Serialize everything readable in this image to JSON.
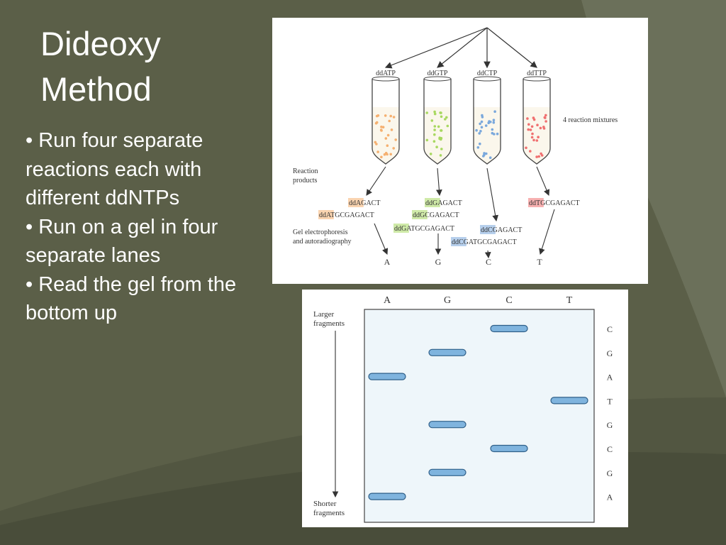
{
  "slide": {
    "title_line1": "Dideoxy",
    "title_line2": "Method",
    "bullets": [
      "• Run four separate reactions each with different ddNTPs",
      "• Run on a gel in four separate lanes",
      "• Read the gel from the bottom up"
    ]
  },
  "reaction_figure": {
    "tube_labels": [
      "ddATP",
      "ddGTP",
      "ddCTP",
      "ddTTP"
    ],
    "mixture_label": "4 reaction mixtures",
    "products_label_line1": "Reaction",
    "products_label_line2": "products",
    "gel_label_line1": "Gel electrophoresis",
    "gel_label_line2": "and autoradiography",
    "lane_letters": [
      "A",
      "G",
      "C",
      "T"
    ],
    "products": [
      {
        "dd": "ddA",
        "rest": "GACT"
      },
      {
        "dd": "ddA",
        "rest": "TGCGAGACT"
      },
      {
        "dd": "ddG",
        "rest": "AGACT"
      },
      {
        "dd": "ddG",
        "rest": "CGAGACT"
      },
      {
        "dd": "ddG",
        "rest": "ATGCGAGACT"
      },
      {
        "dd": "ddC",
        "rest": "GAGACT"
      },
      {
        "dd": "ddC",
        "rest": "GATGCGAGACT"
      },
      {
        "dd": "ddT",
        "rest": "GCGAGACT"
      }
    ],
    "colors": {
      "A": "#f5b070",
      "G": "#a8d860",
      "C": "#7aa8dc",
      "T": "#f07070"
    }
  },
  "gel_figure": {
    "lane_headers": [
      "A",
      "G",
      "C",
      "T"
    ],
    "larger_label_line1": "Larger",
    "larger_label_line2": "fragments",
    "shorter_label_line1": "Shorter",
    "shorter_label_line2": "fragments",
    "sequence_readout": [
      "C",
      "G",
      "A",
      "T",
      "G",
      "C",
      "G",
      "A"
    ],
    "band_color": "#7fb4de"
  }
}
